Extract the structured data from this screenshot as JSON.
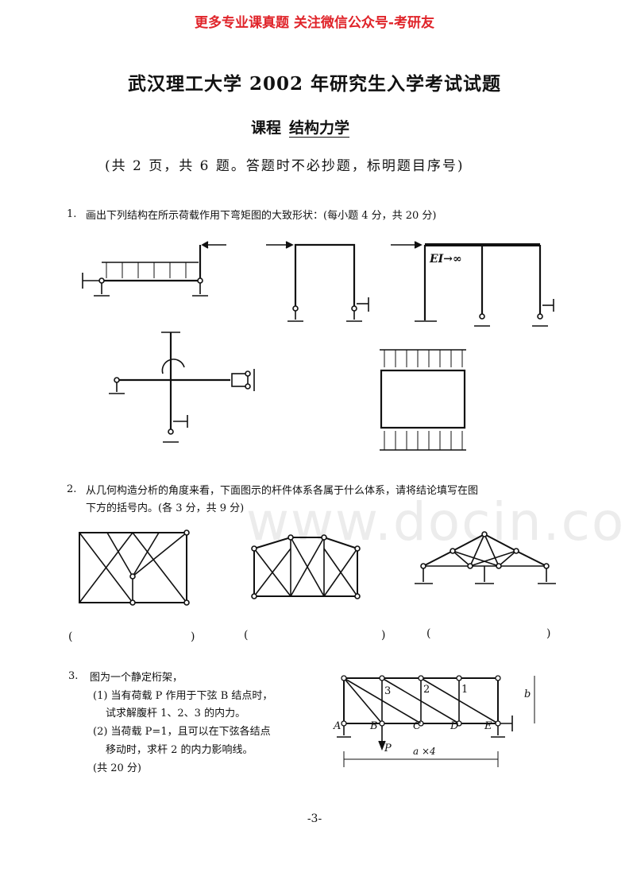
{
  "banner": "更多专业课真题 关注微信公众号-考研友",
  "header": {
    "title": "武汉理工大学 2002 年研究生入学考试试题",
    "course_label": "课程",
    "course_name": "结构力学",
    "note": "(共 2 页，共 6 题。答题时不必抄题，标明题目序号)"
  },
  "questions": [
    {
      "number": "1.",
      "text": "画出下列结构在所示荷载作用下弯矩图的大致形状：(每小题 4 分，共 20 分)",
      "figure_label": "EI→∞"
    },
    {
      "number": "2.",
      "line1": "从几何构造分析的角度来看，下面图示的杆件体系各属于什么体系，请将结论填写在图",
      "line2": "下方的括号内。(各 3 分，共 9 分)",
      "answer_brackets": [
        "(",
        ")",
        "(",
        ")",
        "(",
        ")"
      ]
    },
    {
      "number": "3.",
      "line1": "图为一个静定桁架，",
      "line2": "(1) 当有荷载 P 作用于下弦 B 结点时，",
      "line3": "试求解腹杆 1、2、3 的内力。",
      "line4": "(2) 当荷载 P=1，且可以在下弦各结点",
      "line5": "移动时，求杆 2 的内力影响线。",
      "line6": "(共 20 分)",
      "figure_labels": {
        "nodes": [
          "A",
          "B",
          "C",
          "D",
          "E"
        ],
        "members": [
          "3",
          "2",
          "1"
        ],
        "load": "P",
        "height": "b",
        "span": "a ×4"
      }
    }
  ],
  "watermark": "www.docin.com",
  "page_number": "-3-"
}
